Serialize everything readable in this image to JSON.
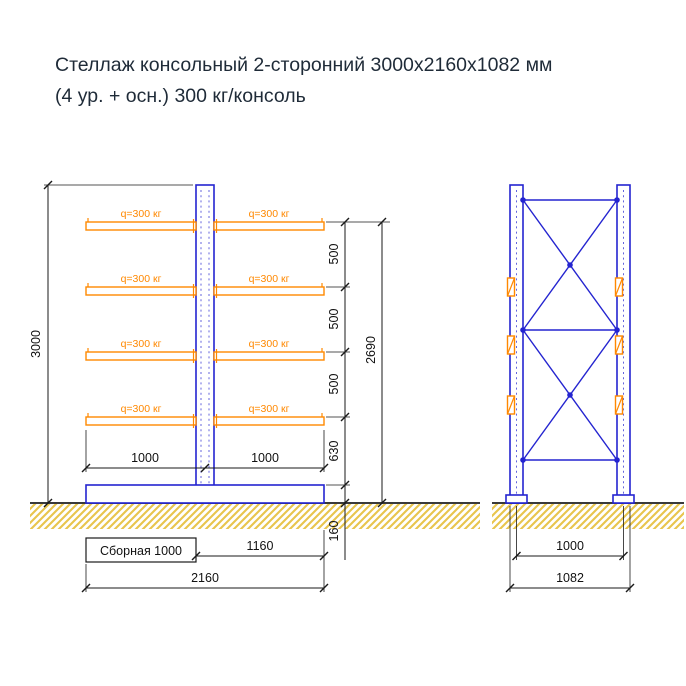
{
  "title": {
    "line1": "Стеллаж консольный 2-сторонний 3000х2160х1082 мм",
    "line2": "(4 ур. + осн.) 300 кг/консоль"
  },
  "colors": {
    "structure_blue": "#2424d0",
    "console_orange": "#ff8800",
    "ground_yellow": "#e8c54d",
    "dimension_black": "#1a1a1a",
    "title_text": "#1f2b38"
  },
  "front_view": {
    "load_label": "q=300 кг",
    "dims": {
      "total_height": "3000",
      "spacing_1": "500",
      "spacing_2": "500",
      "spacing_3": "500",
      "arm_to_base": "630",
      "base_height": "160",
      "working_height": "2690",
      "console_left": "1000",
      "console_right": "1000",
      "assembled": "Сборная 1000",
      "console_with_column": "1160",
      "overall_width": "2160"
    }
  },
  "side_view": {
    "dims": {
      "frame_axes": "1000",
      "overall_depth": "1082"
    }
  }
}
